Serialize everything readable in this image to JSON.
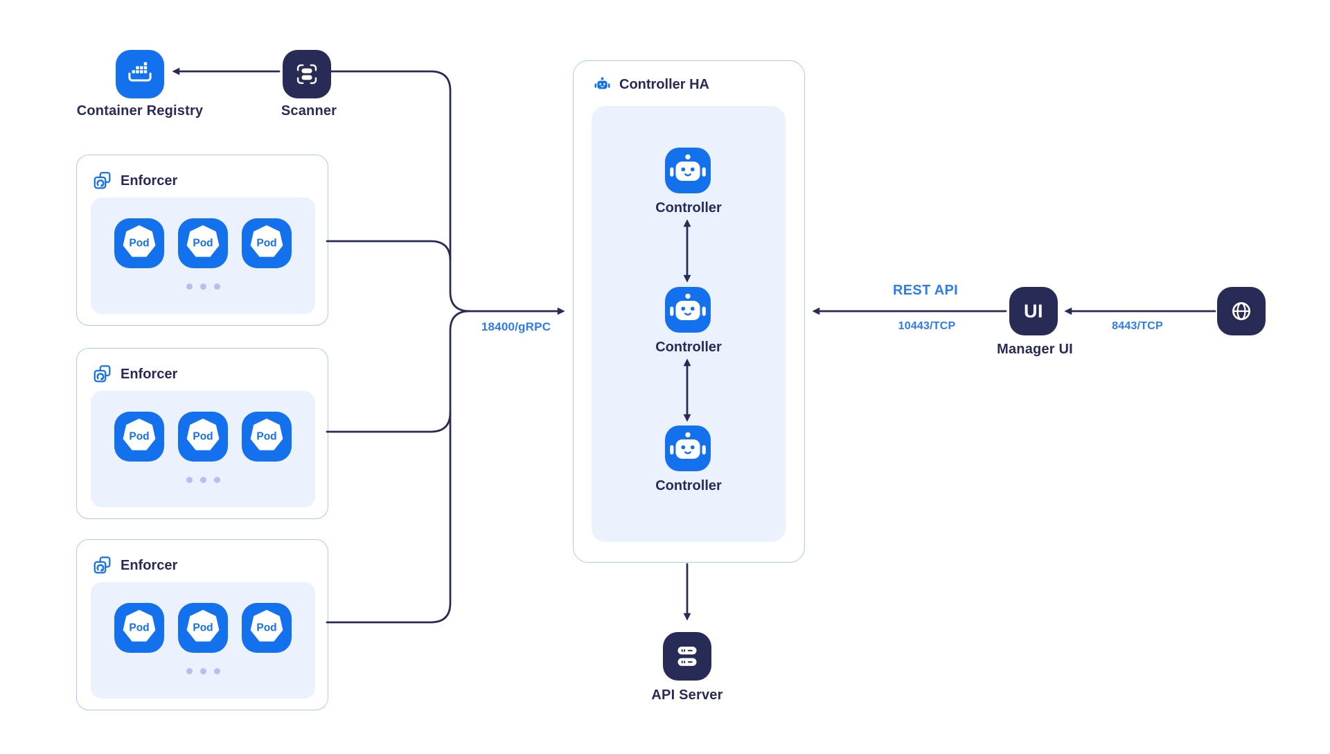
{
  "diagram": {
    "container_registry": {
      "label": "Container Registry"
    },
    "scanner": {
      "label": "Scanner"
    },
    "enforcers": [
      {
        "label": "Enforcer",
        "pods": [
          "Pod",
          "Pod",
          "Pod"
        ]
      },
      {
        "label": "Enforcer",
        "pods": [
          "Pod",
          "Pod",
          "Pod"
        ]
      },
      {
        "label": "Enforcer",
        "pods": [
          "Pod",
          "Pod",
          "Pod"
        ]
      }
    ],
    "controller_ha": {
      "label": "Controller HA",
      "controllers": [
        "Controller",
        "Controller",
        "Controller"
      ]
    },
    "manager_ui": {
      "icon_text": "UI",
      "label": "Manager UI"
    },
    "api_server": {
      "label": "API Server"
    },
    "connections": {
      "grpc_label": "18400/gRPC",
      "rest_api_label": "REST API",
      "manager_port_label": "10443/TCP",
      "browser_port_label": "8443/TCP"
    },
    "colors": {
      "accent_blue": "#1471ee",
      "navy": "#272b55",
      "link_blue": "#2c7bf0",
      "panel_light_blue": "#ebf1fd",
      "box_border": "#a9cbf8",
      "ellipsis_dots": "#b5c0f1"
    }
  }
}
